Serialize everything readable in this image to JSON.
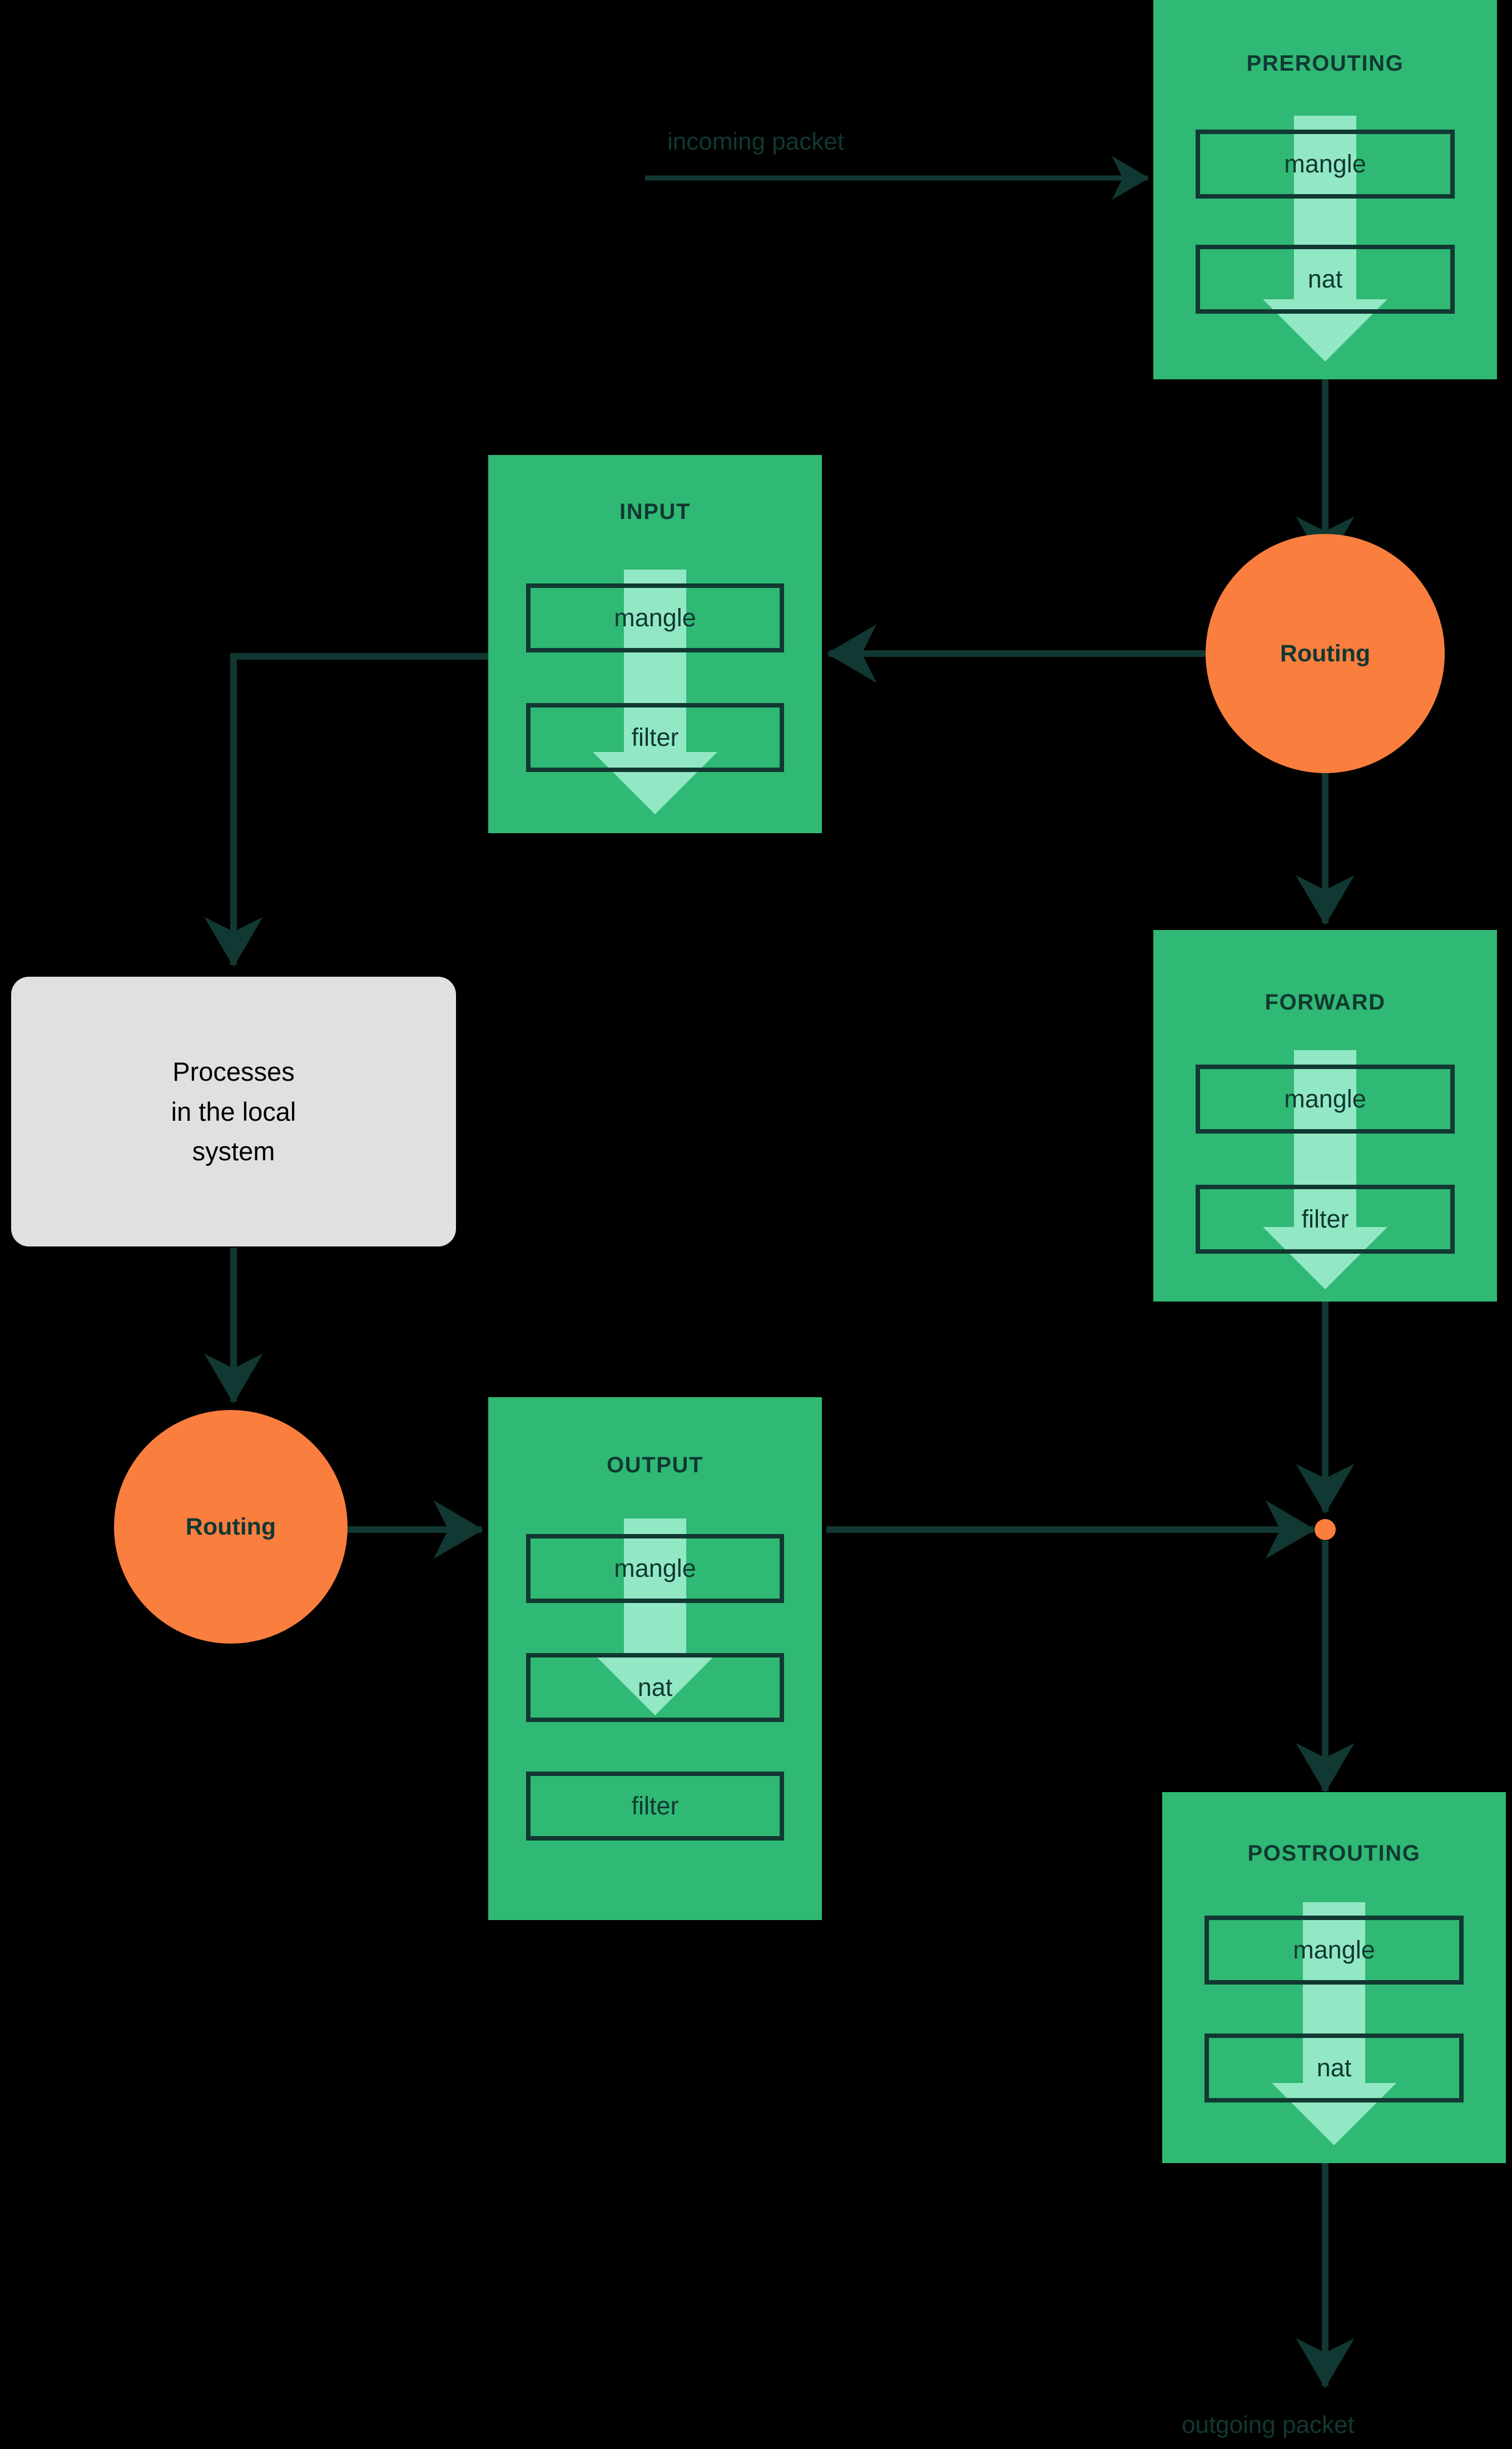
{
  "diagram": {
    "title": "netfilter packet flow (iptables chains and tables)",
    "colors": {
      "background": "#000000",
      "chain_fill": "#2FB974",
      "chain_border": "#113832",
      "flow_arrow": "#92E8C4",
      "routing_fill": "#FA7E3E",
      "routing_text": "#113832",
      "process_fill": "#DEE0E2",
      "process_text": "#000000",
      "connector": "#113832",
      "label_text": "#113832"
    }
  },
  "labels": {
    "incoming_packet": "incoming packet",
    "outgoing_packet": "outgoing packet"
  },
  "chains": [
    {
      "id": "prerouting",
      "title": "PREROUTING",
      "tables": [
        "mangle",
        "nat"
      ],
      "arrow_through": 2
    },
    {
      "id": "input",
      "title": "INPUT",
      "tables": [
        "mangle",
        "filter"
      ],
      "arrow_through": 2
    },
    {
      "id": "forward",
      "title": "FORWARD",
      "tables": [
        "mangle",
        "filter"
      ],
      "arrow_through": 2
    },
    {
      "id": "output",
      "title": "OUTPUT",
      "tables": [
        "mangle",
        "nat",
        "filter"
      ],
      "arrow_through": 2
    },
    {
      "id": "postrouting",
      "title": "POSTROUTING",
      "tables": [
        "mangle",
        "nat"
      ],
      "arrow_through": 2
    }
  ],
  "routing_nodes": [
    {
      "id": "routing-top",
      "label": "Routing"
    },
    {
      "id": "routing-bottom",
      "label": "Routing"
    }
  ],
  "process_node": {
    "line1": "Processes",
    "line2": "in the local",
    "line3": "system"
  }
}
